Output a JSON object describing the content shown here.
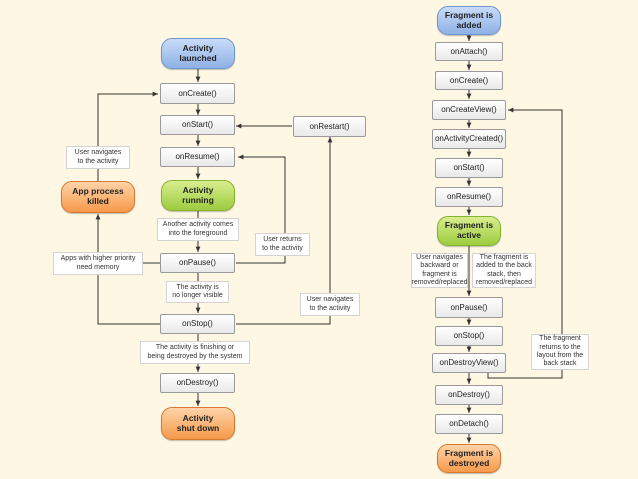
{
  "activity": {
    "launched": "Activity\nlaunched",
    "on_create": "onCreate()",
    "on_start": "onStart()",
    "on_restart": "onRestart()",
    "on_resume": "onResume()",
    "running": "Activity\nrunning",
    "on_pause": "onPause()",
    "on_stop": "onStop()",
    "on_destroy": "onDestroy()",
    "shut_down": "Activity\nshut down",
    "process_killed": "App process\nkilled",
    "notes": {
      "user_navigates_to_activity_left": "User navigates\nto the activity",
      "another_activity": "Another activity comes\ninto the foreground",
      "user_returns": "User returns\nto the activity",
      "higher_priority_apps": "Apps with higher priority\nneed memory",
      "no_longer_visible": "The activity is\nno longer visible",
      "user_navigates_to_activity_right": "User navigates\nto the activity",
      "finishing_or_destroyed": "The activity is finishing or\nbeing destroyed by the system"
    }
  },
  "fragment": {
    "added": "Fragment is\nadded",
    "on_attach": "onAttach()",
    "on_create": "onCreate()",
    "on_create_view": "onCreateView()",
    "on_activity_created": "onActivityCreated()",
    "on_start": "onStart()",
    "on_resume": "onResume()",
    "active": "Fragment is\nactive",
    "on_pause": "onPause()",
    "on_stop": "onStop()",
    "on_destroy_view": "onDestroyView()",
    "on_destroy": "onDestroy()",
    "on_detach": "onDetach()",
    "destroyed": "Fragment is\ndestroyed",
    "notes": {
      "user_navigates_backward": "User navigates\nbackward or\nfragment is\nremoved/replaced",
      "added_to_back_stack": "The fragment is\nadded to the back\nstack, then\nremoved/replaced",
      "returns_from_back_stack": "The fragment\nreturns to the\nlayout from the\nback stack"
    }
  },
  "colors": {
    "background": "#fdf7e3",
    "blue_state": "#8fb1e6",
    "green_state": "#9dcc3f",
    "orange_state": "#f69a4a",
    "line": "#333333"
  }
}
